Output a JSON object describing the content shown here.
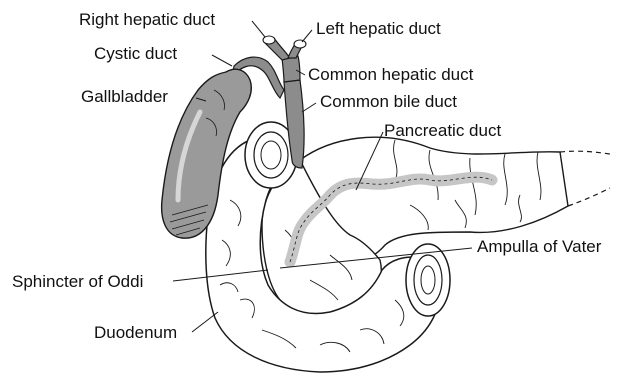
{
  "diagram": {
    "labels": {
      "right_hepatic_duct": "Right hepatic duct",
      "left_hepatic_duct": "Left hepatic duct",
      "cystic_duct": "Cystic duct",
      "common_hepatic_duct": "Common hepatic duct",
      "gallbladder": "Gallbladder",
      "common_bile_duct": "Common bile duct",
      "pancreatic_duct": "Pancreatic duct",
      "ampulla_of_vater": "Ampulla of Vater",
      "sphincter_of_oddi": "Sphincter of Oddi",
      "duodenum": "Duodenum"
    },
    "colors": {
      "outline": "#1a1a1a",
      "gallbladder_fill": "#9a9a9a",
      "duct_fill": "#8c8c8c",
      "pancreatic_duct_fill": "#c6c6c6",
      "tissue_fill": "#ffffff"
    }
  }
}
